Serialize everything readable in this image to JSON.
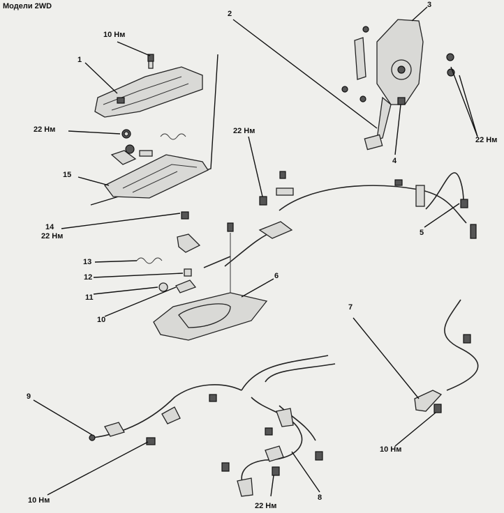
{
  "title": "Модели 2WD",
  "labels": {
    "n1": "1",
    "n2": "2",
    "n3": "3",
    "n4": "4",
    "n5": "5",
    "n6": "6",
    "n7": "7",
    "n8": "8",
    "n9": "9",
    "n10": "10",
    "n11": "11",
    "n12": "12",
    "n13": "13",
    "n14": "14",
    "n15": "15",
    "t10_top": "10 Нм",
    "t22_left": "22 Нм",
    "t22_center": "22 Нм",
    "t22_right": "22 Нм",
    "t14_22": "22 Нм",
    "t10_right": "10 Нм",
    "t10_bottom": "10 Нм",
    "t22_bottom": "22 Нм"
  }
}
